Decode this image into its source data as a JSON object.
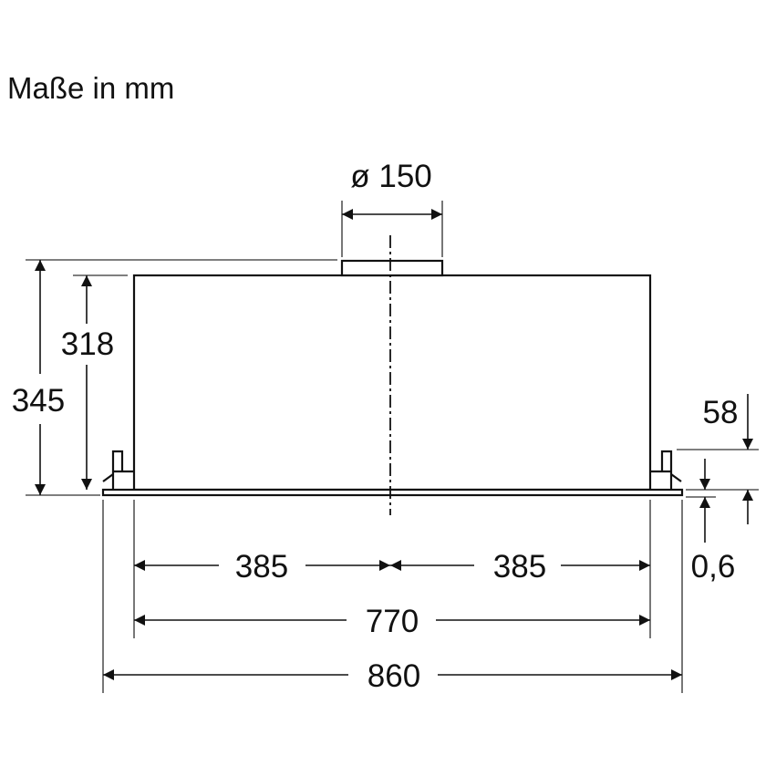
{
  "title": "Maße in mm",
  "dimensions": {
    "duct_diameter": "ø 150",
    "total_height": "345",
    "body_height": "318",
    "clip_height": "58",
    "frame_thickness": "0,6",
    "half_width_left": "385",
    "half_width_right": "385",
    "body_width": "770",
    "total_width": "860"
  }
}
